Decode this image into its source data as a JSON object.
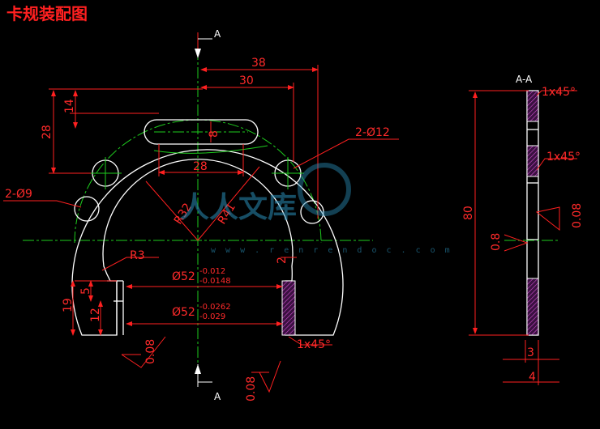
{
  "title": "卡规装配图",
  "section": {
    "mark_top": "A",
    "mark_bottom": "A",
    "view_label": "A-A"
  },
  "dimensions": {
    "d38": "38",
    "d30": "30",
    "d28_slot": "28",
    "d14": "14",
    "d28_v": "28",
    "d8": "8",
    "holes_12": "2-Ø12",
    "holes_9": "2-Ø9",
    "r32": "R32",
    "r41": "R41",
    "r3": "R3",
    "d5": "5",
    "d19": "19",
    "d12": "12",
    "d2": "2",
    "bore1_nom": "Ø52",
    "bore1_up": "-0.012",
    "bore1_lo": "-0.0148",
    "bore2_nom": "Ø52",
    "bore2_up": "-0.0262",
    "bore2_lo": "-0.029",
    "chamfer1": "1x45°",
    "chamfer2": "1x45°",
    "chamfer3": "1x45°",
    "rough1": "0.08",
    "rough2": "0.08",
    "rough3": "0.08",
    "d80": "80",
    "d08": "0.8",
    "d3": "3",
    "d4": "4"
  },
  "watermark": {
    "text": "人人文库",
    "url": "w w w . r e n r e n d o c . c o m"
  },
  "colors": {
    "background": "#000000",
    "outline": "#ffffff",
    "dimension": "#ff2020",
    "centerline": "#1ecc1e",
    "hatch": "#b03ab0",
    "watermark": "#2a8fb8"
  }
}
